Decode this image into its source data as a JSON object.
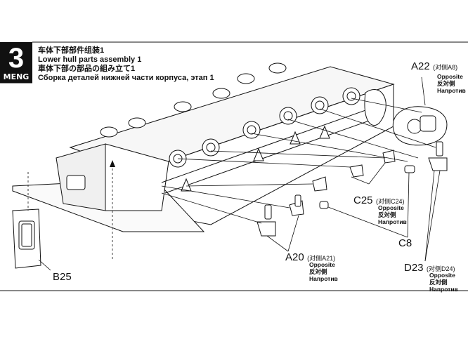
{
  "step": {
    "number": "3",
    "brand": "MENG"
  },
  "titles": {
    "zh": "车体下部部件组装1",
    "en": "Lower hull parts assembly 1",
    "ja": "車体下部の部品の組み立て1",
    "ru": "Сборка деталей нижней части корпуса, этап 1"
  },
  "callouts": {
    "a22": {
      "part": "A22",
      "opposite_cn": "(对侧A8)",
      "en": "Opposite",
      "ja": "反対側",
      "ru": "Напротив"
    },
    "c25": {
      "part": "C25",
      "opposite_cn": "(对侧C24)",
      "en": "Opposite",
      "ja": "反対側",
      "ru": "Напротив"
    },
    "c8": {
      "part": "C8"
    },
    "a20": {
      "part": "A20",
      "opposite_cn": "(对侧A21)",
      "en": "Opposite",
      "ja": "反対側",
      "ru": "Напротив"
    },
    "d23": {
      "part": "D23",
      "opposite_cn": "(对侧D24)",
      "en": "Opposite",
      "ja": "反対側",
      "ru": "Напротив"
    },
    "b25": {
      "part": "B25"
    }
  }
}
